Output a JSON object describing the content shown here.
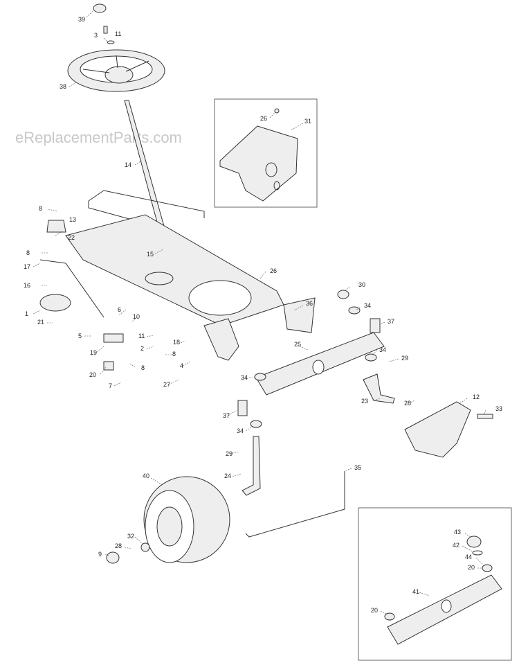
{
  "watermark": "eReplacementParts.com",
  "labels": {
    "p39": "39",
    "p3": "3",
    "p11a": "11",
    "p38": "38",
    "p14": "14",
    "p26a": "26",
    "p31": "31",
    "p8a": "8",
    "p13": "13",
    "p22": "22",
    "p8b": "8",
    "p17": "17",
    "p16": "16",
    "p1": "1",
    "p21": "21",
    "p15": "15",
    "p26b": "26",
    "p36": "36",
    "p30": "30",
    "p34a": "34",
    "p37a": "37",
    "p6": "6",
    "p10": "10",
    "p5": "5",
    "p19": "19",
    "p8c": "8",
    "p20a": "20",
    "p7": "7",
    "p11b": "11",
    "p2": "2",
    "p8d": "8",
    "p18": "18",
    "p4": "4",
    "p27": "27",
    "p25": "25",
    "p34b": "34",
    "p29a": "29",
    "p34c": "34",
    "p23": "23",
    "p28a": "28",
    "p12": "12",
    "p33": "33",
    "p37b": "37",
    "p34d": "34",
    "p29b": "29",
    "p24": "24",
    "p35": "35",
    "p40": "40",
    "p32": "32",
    "p28b": "28",
    "p9": "9",
    "p43": "43",
    "p42": "42",
    "p44": "44",
    "p20b": "20",
    "p41": "41",
    "p20c": "20"
  }
}
